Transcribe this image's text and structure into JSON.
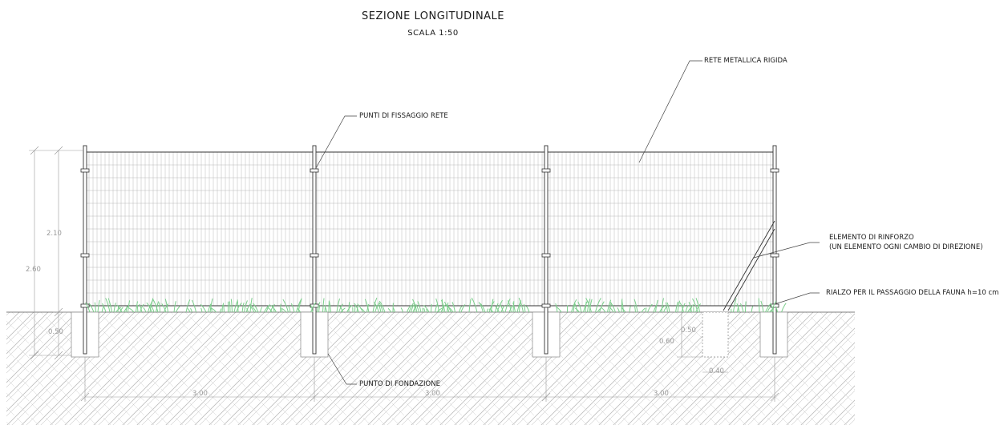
{
  "title": "SEZIONE LONGITUDINALE",
  "subtitle": "SCALA 1:50",
  "labels": {
    "mesh": "RETE METALLICA RIGIDA",
    "fixing_points": "PUNTI DI FISSAGGIO RETE",
    "reinforcement_line1": "ELEMENTO DI RINFORZO",
    "reinforcement_line2": "(UN ELEMENTO OGNI CAMBIO DI DIREZIONE)",
    "fauna_raise": "RIALZO PER IL PASSAGGIO DELLA FAUNA h=10 cm",
    "foundation": "PUNTO DI FONDAZIONE"
  },
  "dimensions": {
    "fence_height": "2.10",
    "total_height": "2.60",
    "footing_depth": "0.50",
    "spacing_1": "3.00",
    "spacing_2": "3.00",
    "spacing_3": "3.00",
    "detail_depth_a": "0.50",
    "detail_depth_b": "0.60",
    "detail_width": "0.40"
  },
  "colors": {
    "line": "#333333",
    "mesh": "#b8b8b8",
    "dimension": "#9a9a9a",
    "grass": "#7ccf8c",
    "soil_hatch": "#bdbdbd"
  }
}
